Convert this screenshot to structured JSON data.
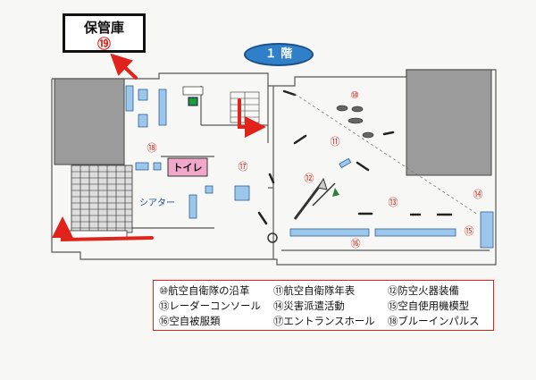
{
  "storage": {
    "title": "保管庫",
    "number": "⑲"
  },
  "floor_label": "１ 階",
  "toilet_label": "トイレ",
  "theater_label": "シアター",
  "area_numbers": {
    "n10": "⑩",
    "n11": "⑪",
    "n12": "⑫",
    "n13": "⑬",
    "n14": "⑭",
    "n15": "⑮",
    "n16": "⑯",
    "n17": "⑰",
    "n18": "⑱"
  },
  "legend": [
    [
      "⑩航空自衛隊の沿革",
      "⑪航空自衛隊年表",
      "⑫防空火器装備"
    ],
    [
      "⑬レーダーコンソール",
      "⑭災害派遣活動",
      "⑮空自使用機模型"
    ],
    [
      "⑯空自被服類",
      "⑰エントランスホール",
      "⑱ブルーインパルス"
    ]
  ],
  "colors": {
    "accent_red": "#e0241b",
    "floor_badge_blue": "#2f7fc9",
    "toilet_pink": "#f0a7c9",
    "exhibit_blue": "#9cc6ea"
  }
}
